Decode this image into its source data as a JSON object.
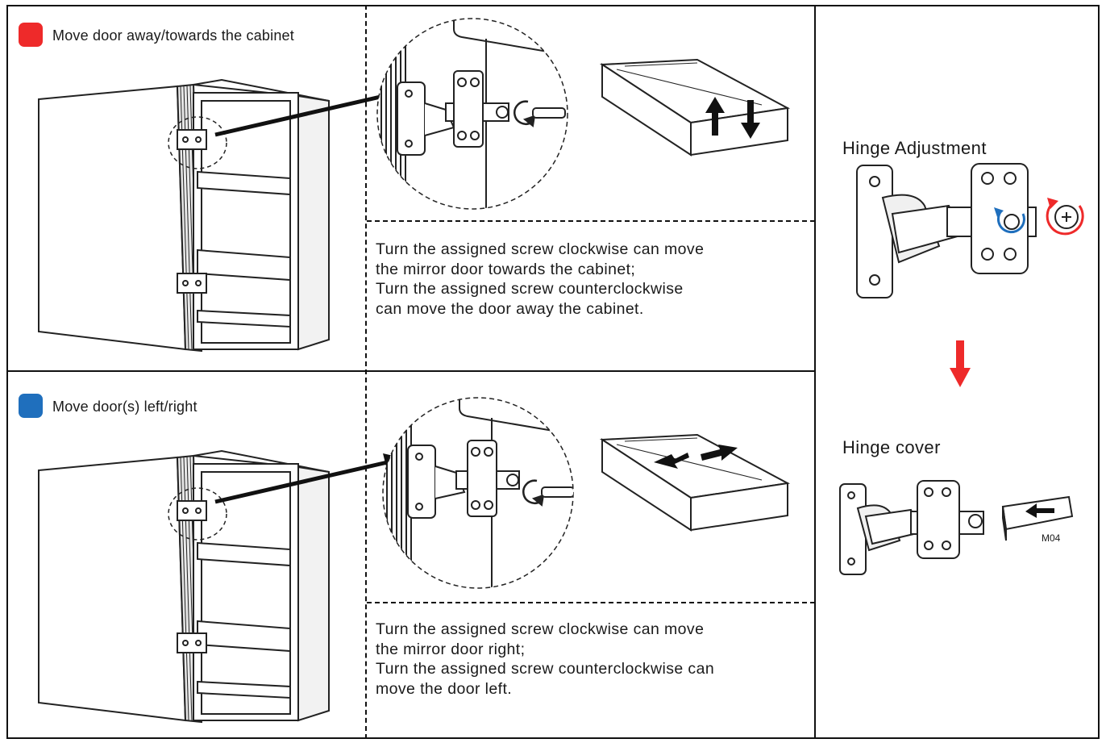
{
  "colors": {
    "red_marker": "#ee2a2a",
    "blue_marker": "#1f6fbd",
    "line": "#111111"
  },
  "section_top": {
    "marker_color": "red",
    "heading": "Move door away/towards the cabinet",
    "instructions": [
      "Turn the assigned screw clockwise can move",
      "the mirror door towards the cabinet;",
      "Turn the assigned screw counterclockwise",
      "can move the door away the cabinet."
    ]
  },
  "section_bottom": {
    "marker_color": "blue",
    "heading": "Move door(s) left/right",
    "instructions": [
      "Turn the assigned screw clockwise can move",
      "the mirror door right;",
      "Turn the assigned screw counterclockwise can",
      "move the door left."
    ]
  },
  "side_panel": {
    "hinge_adjustment_title": "Hinge Adjustment",
    "hinge_cover_title": "Hinge cover",
    "part_code": "M04"
  }
}
